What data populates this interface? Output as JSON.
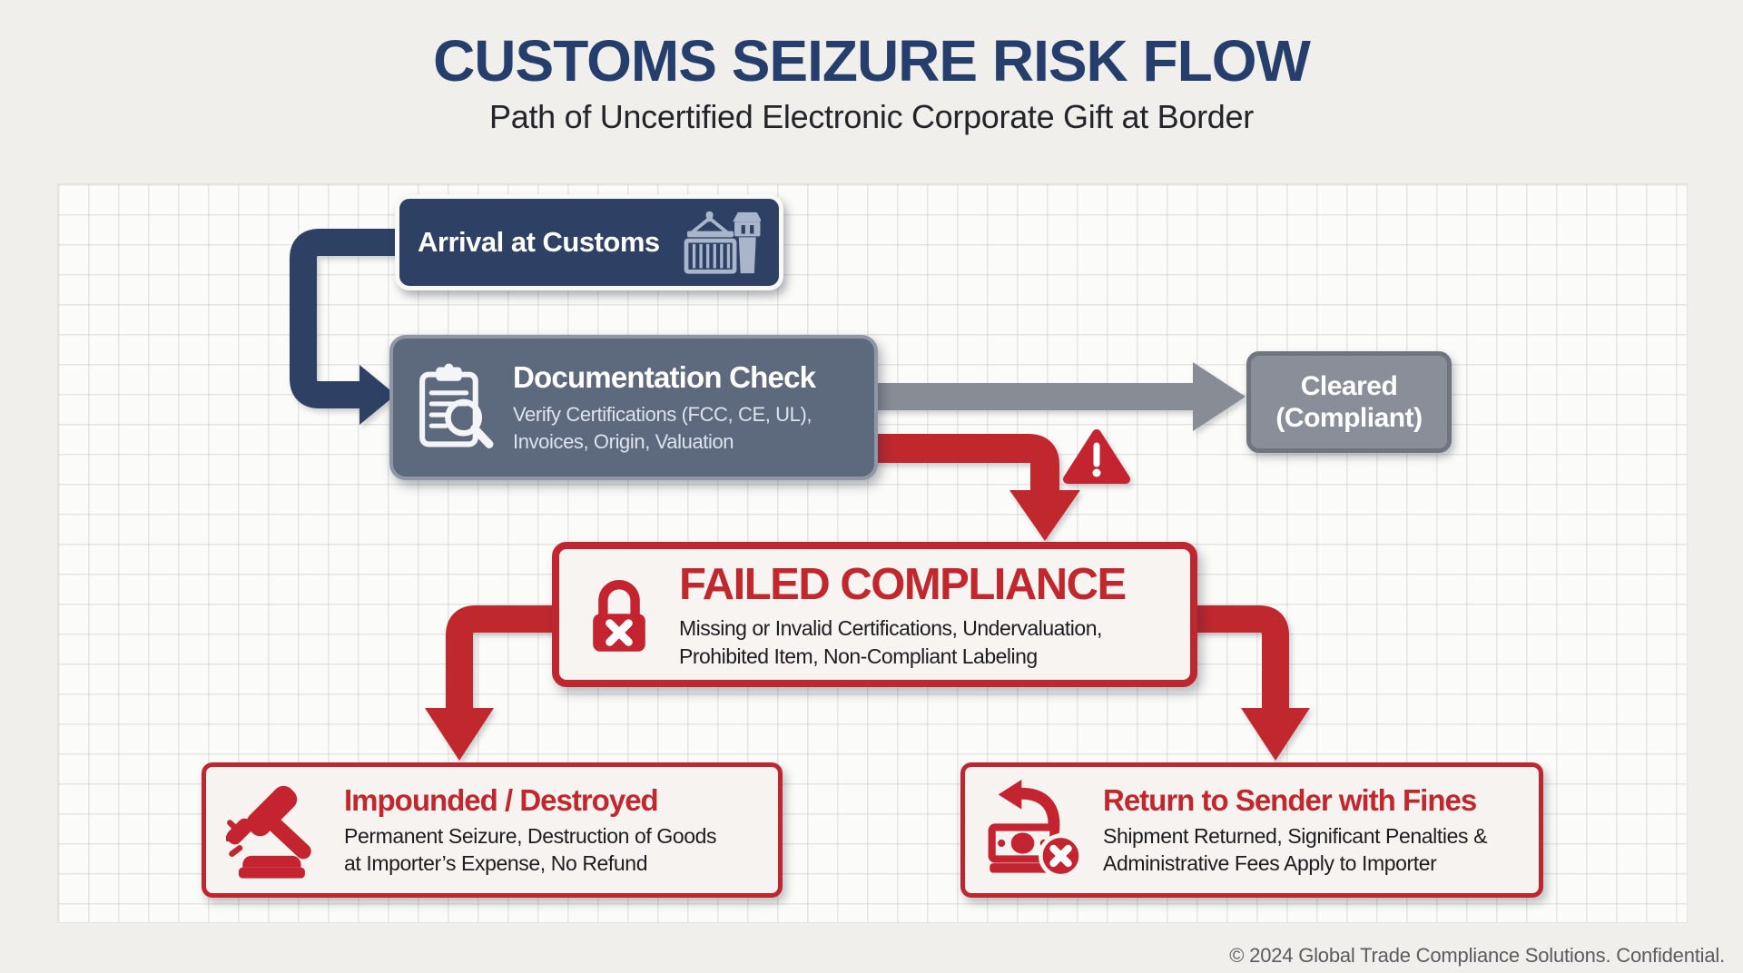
{
  "header": {
    "title": "CUSTOMS SEIZURE RISK FLOW",
    "subtitle": "Path of Uncertified Electronic Corporate Gift at Border"
  },
  "footer": {
    "copyright": "© 2024 Global Trade Compliance Solutions. Confidential."
  },
  "colors": {
    "navy": "#2e4164",
    "slate": "#5d6a7e",
    "gray": "#8a8e99",
    "red": "#c0282e",
    "page_bg": "#f0efeb",
    "grid_bg": "#fbfbf9",
    "card_bg": "#f7f4f1"
  },
  "nodes": {
    "arrival": {
      "title": "Arrival at Customs",
      "icon": "container-crane-customs-tower-icon"
    },
    "documentation": {
      "title": "Documentation Check",
      "desc_lines": [
        "Verify Certifications (FCC, CE, UL),",
        "Invoices, Origin, Valuation"
      ],
      "icon": "clipboard-magnifier-icon"
    },
    "cleared": {
      "lines": [
        "Cleared",
        "(Compliant)"
      ]
    },
    "failed": {
      "title": "FAILED COMPLIANCE",
      "desc_lines": [
        "Missing or Invalid Certifications, Undervaluation,",
        "Prohibited Item, Non-Compliant Labeling"
      ],
      "icon": "padlock-x-icon"
    },
    "impounded": {
      "title": "Impounded / Destroyed",
      "desc_lines": [
        "Permanent Seizure, Destruction of Goods",
        "at Importer’s Expense, No Refund"
      ],
      "icon": "gavel-icon"
    },
    "returned": {
      "title": "Return to Sender with Fines",
      "desc_lines": [
        "Shipment Returned, Significant Penalties &",
        "Administrative Fees Apply to Importer"
      ],
      "icon": "return-money-fine-icon"
    }
  },
  "edges": [
    {
      "from": "arrival",
      "to": "documentation",
      "style": "navy"
    },
    {
      "from": "documentation",
      "to": "cleared",
      "style": "gray"
    },
    {
      "from": "documentation",
      "to": "failed",
      "style": "red-warning"
    },
    {
      "from": "failed",
      "to": "impounded",
      "style": "red"
    },
    {
      "from": "failed",
      "to": "returned",
      "style": "red"
    }
  ]
}
